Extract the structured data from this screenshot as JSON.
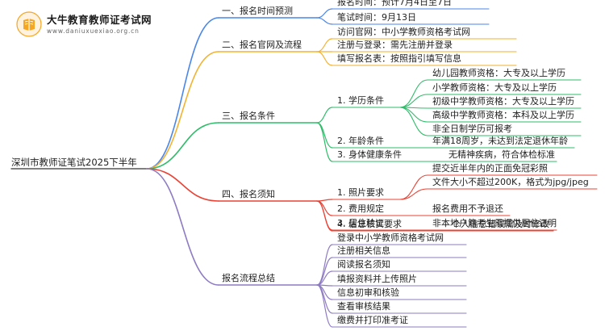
{
  "brand": {
    "name": "大牛教育教师证考试网",
    "url": "www.daniuxuexiao.org.cn"
  },
  "colors": {
    "blue": "#4a86e8",
    "orange": "#f2b233",
    "green": "#2dbd69",
    "red": "#ea4335",
    "purple": "#8e7cc3",
    "teal": "#46bdc6"
  },
  "mindmap": {
    "root": "深圳市教师证笔试2025下半年",
    "branches": [
      {
        "label": "一、报名时间预测",
        "color": "blue",
        "children": [
          {
            "label": "报名时间：预计7月4日至7日"
          },
          {
            "label": "笔试时间：9月13日"
          }
        ]
      },
      {
        "label": "二、报名官网及流程",
        "color": "orange",
        "children": [
          {
            "label": "访问官网：中小学教师资格考试网"
          },
          {
            "label": "注册与登录：需先注册并登录"
          },
          {
            "label": "填写报名表：按照指引填写信息"
          }
        ]
      },
      {
        "label": "三、报名条件",
        "color": "green",
        "children": [
          {
            "label": "1. 学历条件",
            "children": [
              {
                "label": "幼儿园教师资格：大专及以上学历"
              },
              {
                "label": "小学教师资格：大专及以上学历"
              },
              {
                "label": "初级中学教师资格：大专及以上学历"
              },
              {
                "label": "高级中学教师资格：本科及以上学历"
              },
              {
                "label": "非全日制学历可报考"
              }
            ]
          },
          {
            "label": "2. 年龄条件",
            "value": "年满18周岁，未达到法定退休年龄"
          },
          {
            "label": "3. 身体健康条件",
            "value": "无精神疾病，符合体检标准"
          }
        ]
      },
      {
        "label": "四、报名须知",
        "color": "red",
        "children": [
          {
            "label": "1. 照片要求",
            "children": [
              {
                "label": "提交近半年内的正面免冠彩照"
              },
              {
                "label": "文件大小不超过200K，格式为jpg/jpeg"
              }
            ]
          },
          {
            "label": "2. 费用规定",
            "value": "报名费用不予退还"
          },
          {
            "label": "3. 居住验证",
            "value": "非本地户籍考生需提供居住证明"
          },
          {
            "label": "4. 信息核实要求",
            "value": "个人信息错误需及时修改"
          }
        ]
      },
      {
        "label": "报名流程总结",
        "color": "purple",
        "children": [
          {
            "label": "登录中小学教师资格考试网"
          },
          {
            "label": "注册相关信息"
          },
          {
            "label": "阅读报名须知"
          },
          {
            "label": "填报资料并上传照片"
          },
          {
            "label": "信息初审和核验"
          },
          {
            "label": "查看审核结果"
          },
          {
            "label": "缴费并打印准考证"
          }
        ]
      }
    ]
  }
}
